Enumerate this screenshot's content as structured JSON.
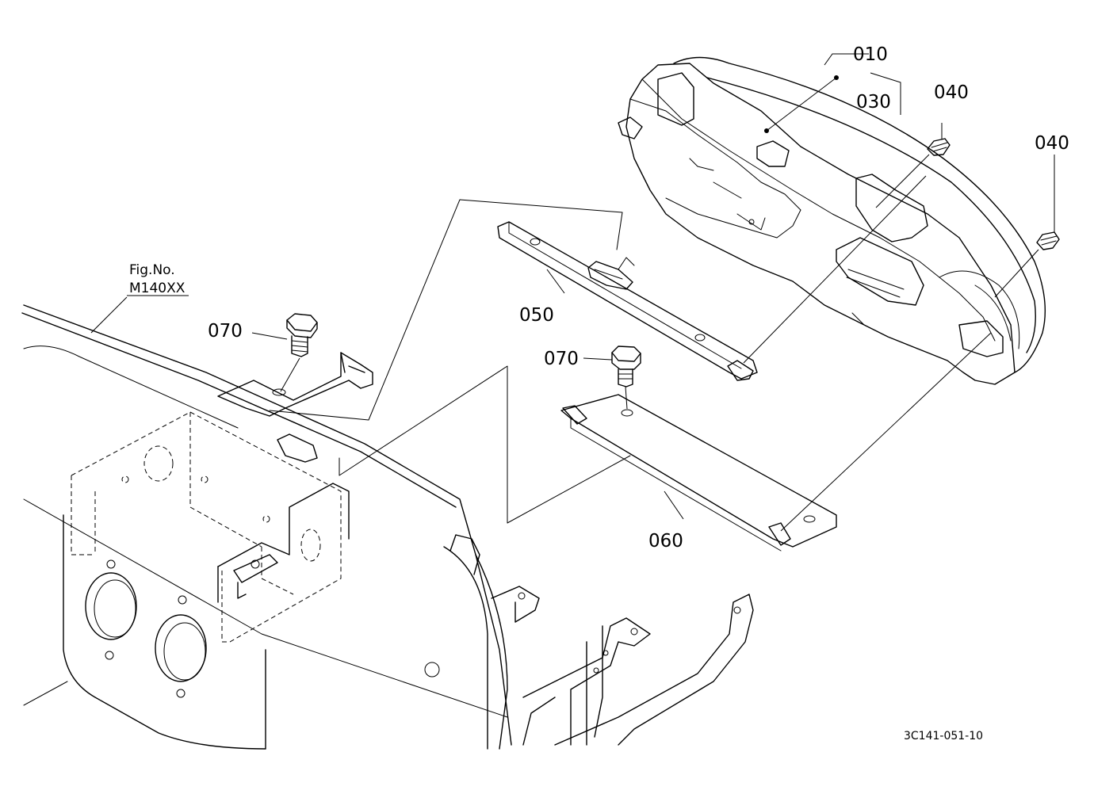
{
  "labels": {
    "p010": "010",
    "p030": "030",
    "p040a": "040",
    "p040b": "040",
    "p050": "050",
    "p060": "060",
    "p070a": "070",
    "p070b": "070"
  },
  "fig_ref": {
    "line1": "Fig.No.",
    "line2": "M140XX"
  },
  "drawing_number": "3C141-051-10"
}
